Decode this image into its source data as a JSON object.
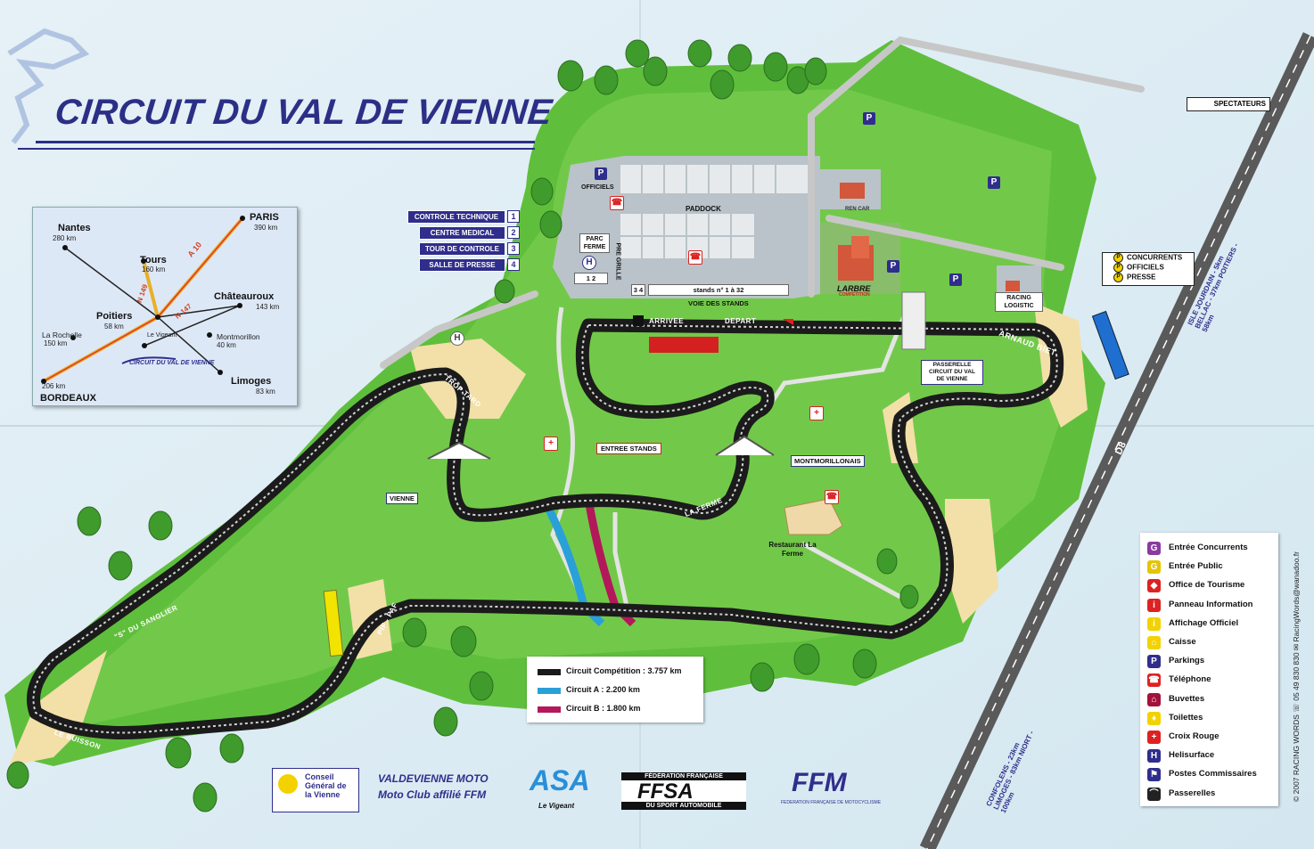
{
  "title": "CIRCUIT DU VAL DE VIENNE",
  "inset_map": {
    "cities": [
      {
        "name": "Nantes",
        "dist": "280 km"
      },
      {
        "name": "PARIS",
        "dist": "390 km"
      },
      {
        "name": "Tours",
        "dist": "160 km"
      },
      {
        "name": "Châteauroux",
        "dist": "143 km"
      },
      {
        "name": "Poitiers",
        "dist": "58 km"
      },
      {
        "name": "Montmorillon",
        "dist": "40 km"
      },
      {
        "name": "La Rochelle",
        "dist": "150 km"
      },
      {
        "name": "Limoges",
        "dist": "83 km"
      },
      {
        "name": "BORDEAUX",
        "dist": "206 km"
      }
    ],
    "le_vigeant": "Le Vigeant",
    "roads": [
      "A 10",
      "N 149",
      "N 147"
    ],
    "circuit_label": "CIRCUIT DU VAL DE VIENNE"
  },
  "facilities": [
    {
      "label": "CONTROLE TECHNIQUE",
      "num": "1"
    },
    {
      "label": "CENTRE MEDICAL",
      "num": "2"
    },
    {
      "label": "TOUR DE CONTROLE",
      "num": "3"
    },
    {
      "label": "SALLE DE PRESSE",
      "num": "4"
    }
  ],
  "map_labels": {
    "officiels": "OFFICIELS",
    "paddock": "PADDOCK",
    "parc_ferme": "PARC FERME",
    "pre_grille": "PRE GRILLE",
    "stands": "stands n° 1 à 32",
    "stands_nums": "3  4",
    "pit_nums": "1  2",
    "voie_stands": "VOIE DES STANDS",
    "arrivee": "ARRIVEE",
    "depart": "DEPART",
    "ren_car": "REN CAR",
    "larbre": "LARBRE",
    "larbre_sub": "COMPETITION",
    "racing_logistic": "RACING LOGISTIC",
    "passerelle": "PASSERELLE CIRCUIT DU VAL DE VIENNE",
    "entree_stands": "ENTREE STANDS",
    "montmorillonais": "MONTMORILLONAIS",
    "vienne": "VIENNE",
    "restaurant": "Restaurant La Ferme",
    "d8": "D8"
  },
  "turns": [
    "ARNAUD BIET",
    "TROP TARD",
    "LA FERME",
    "\"S\" DU SANGLIER",
    "PIF - PAF",
    "LE BUISSON"
  ],
  "access": {
    "spectateurs": "SPECTATEURS",
    "concurrents": "CONCURRENTS",
    "officiels": "OFFICIELS",
    "presse": "PRESSE"
  },
  "signs": {
    "east": "ISLE JOURDAIN - 5km  BELLAC - 37km  POITIERS - 58km",
    "south": "CONFOLENS - 23km  LIMOGES - 83km  NIORT - 100km"
  },
  "circuit_legend": [
    {
      "label": "Circuit Compétition : 3.757 km",
      "color": "#1a1a1a"
    },
    {
      "label": "Circuit A : 2.200 km",
      "color": "#2aa0d8"
    },
    {
      "label": "Circuit B : 1.800 km",
      "color": "#b3185a"
    }
  ],
  "legend": [
    {
      "label": "Entrée Concurrents",
      "icon": "G",
      "color": "#8a3a9e"
    },
    {
      "label": "Entrée Public",
      "icon": "G",
      "color": "#e6c400"
    },
    {
      "label": "Office de Tourisme",
      "icon": "◆",
      "color": "#d22"
    },
    {
      "label": "Panneau Information",
      "icon": "i",
      "color": "#d22"
    },
    {
      "label": "Affichage Officiel",
      "icon": "i",
      "color": "#f2d200"
    },
    {
      "label": "Caisse",
      "icon": "⌂",
      "color": "#f2d200"
    },
    {
      "label": "Parkings",
      "icon": "P",
      "color": "#2f2e8c"
    },
    {
      "label": "Téléphone",
      "icon": "☎",
      "color": "#d22"
    },
    {
      "label": "Buvettes",
      "icon": "⌂",
      "color": "#a3123a"
    },
    {
      "label": "Toilettes",
      "icon": "♦",
      "color": "#f2d200"
    },
    {
      "label": "Croix Rouge",
      "icon": "+",
      "color": "#d22"
    },
    {
      "label": "Helisurface",
      "icon": "H",
      "color": "#2f2e8c"
    },
    {
      "label": "Postes Commissaires",
      "icon": "⚑",
      "color": "#2f2e8c"
    },
    {
      "label": "Passerelles",
      "icon": "⌒",
      "color": "#222"
    }
  ],
  "sponsors": {
    "cg": "Conseil Général de la Vienne",
    "valdevienne": "VALDEVIENNE MOTO",
    "moto_club": "Moto Club affilié FFM",
    "asa": "ASA",
    "asa_sub": "Le Vigeant",
    "ffsa_top": "FÉDÉRATION FRANÇAISE",
    "ffsa": "FFSA",
    "ffsa_bot": "DU SPORT AUTOMOBILE",
    "ffm": "FFM",
    "ffm_sub": "FEDERATION FRANÇAISE DE MOTOCYCLISME"
  },
  "copyright": "© 2007 RACING WORDS ☏ 05 49 830 830 ✉ RacingWords@wanadoo.fr"
}
